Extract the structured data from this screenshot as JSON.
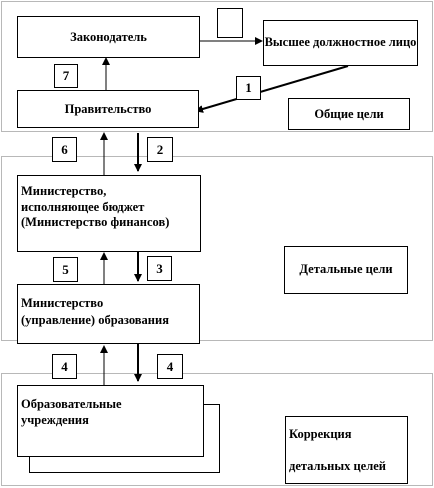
{
  "boxes": {
    "legislator": "Законодатель",
    "top_official": "Высшее должностное лицо",
    "government": "Правительство",
    "general_goals": "Общие цели",
    "finance_ministry_line1": "Министерство,",
    "finance_ministry_line2": "исполняющее бюджет",
    "finance_ministry_line3": "(Министерство финансов)",
    "detailed_goals": "Детальные цели",
    "education_ministry_line1": "Министерство",
    "education_ministry_line2": "(управление) образования",
    "institutions_line1": "Образовательные",
    "institutions_line2": "учреждения",
    "correction_line1": "Коррекция",
    "correction_line2": "детальных целей"
  },
  "numbers": {
    "n1": "1",
    "n2": "2",
    "n3": "3",
    "n4a": "4",
    "n4b": "4",
    "n5": "5",
    "n6": "6",
    "n7": "7"
  }
}
